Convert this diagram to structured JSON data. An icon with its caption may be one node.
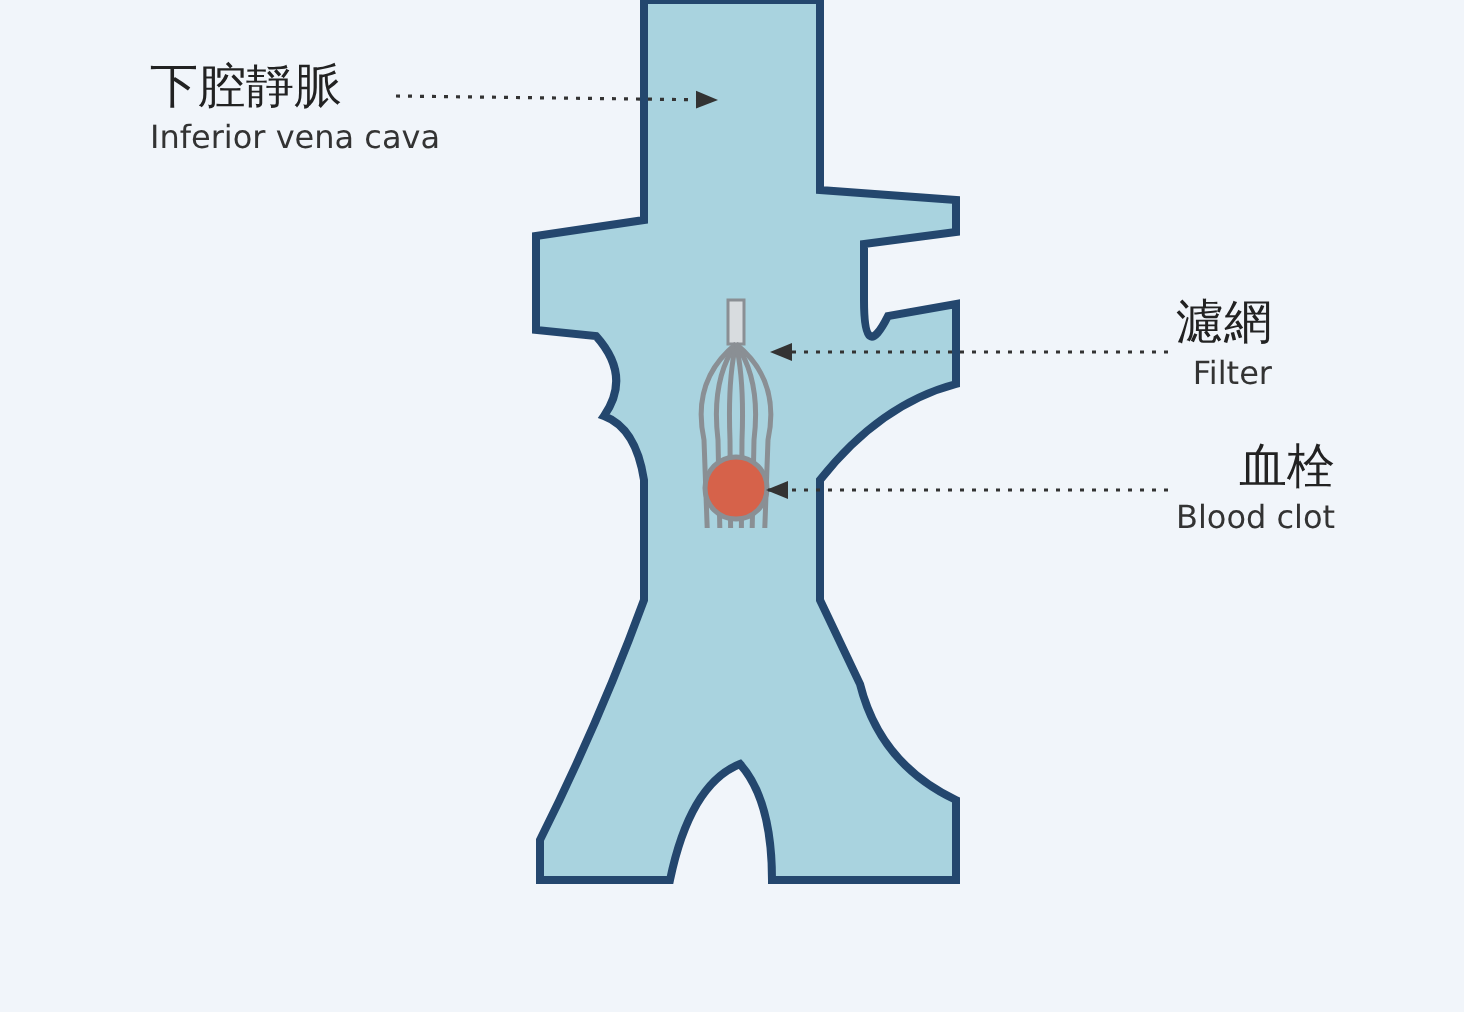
{
  "diagram": {
    "nodes": [
      {
        "text": [
          "下腔靜脈",
          "Inferior vena cava"
        ]
      },
      {
        "text": [],
        "shape": "picture"
      },
      {
        "text": [
          "濾網",
          "Filter"
        ]
      },
      {
        "text": [],
        "shape": "picture",
        "in": 1
      },
      {
        "text": [
          "血栓",
          "Blood clot"
        ]
      },
      {
        "text": [],
        "shape": "circle",
        "in": 3
      }
    ],
    "edges": [
      {
        "from": 0,
        "to": 1,
        "arrow": "to",
        "style": "dashed"
      },
      {
        "from": 2,
        "to": 3,
        "arrow": "to",
        "style": "dashed"
      },
      {
        "from": 4,
        "to": 5,
        "arrow": "to",
        "style": "dashed"
      }
    ]
  }
}
